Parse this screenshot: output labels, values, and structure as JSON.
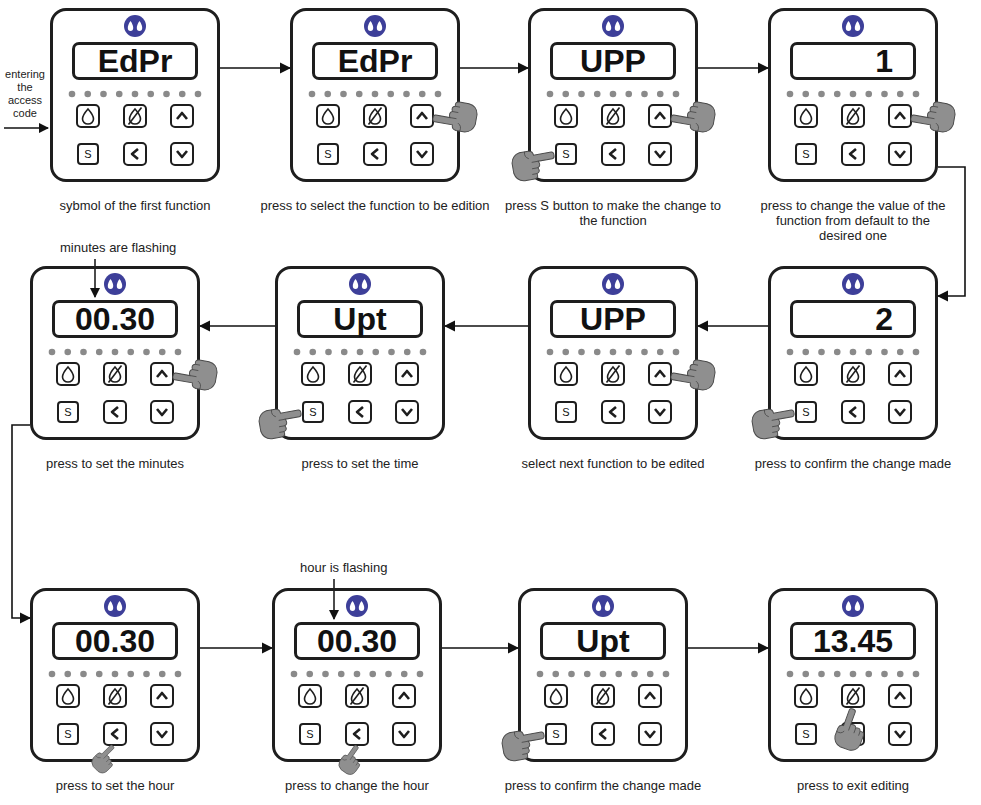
{
  "diagram": {
    "nodes": [
      {
        "text": [
          "sybmol of the first function"
        ]
      },
      {
        "text": [
          "EdPr"
        ],
        "in": 0
      },
      {
        "text": [
          "S"
        ],
        "in": 0
      },
      {
        "text": [
          "press to select the function to be edition"
        ]
      },
      {
        "text": [
          "EdPr"
        ],
        "in": 3
      },
      {
        "text": [
          "S"
        ],
        "in": 3
      },
      {
        "text": [
          "press S button to make the change to the function"
        ]
      },
      {
        "text": [
          "UPP"
        ],
        "in": 6
      },
      {
        "text": [
          "S"
        ],
        "in": 6
      },
      {
        "text": [
          "press to change the value of the function from default to the desired one"
        ]
      },
      {
        "text": [
          "1"
        ],
        "in": 9
      },
      {
        "text": [
          "S"
        ],
        "in": 9
      },
      {
        "text": [
          "press to set the minutes"
        ]
      },
      {
        "text": [
          "00.30"
        ],
        "in": 12
      },
      {
        "text": [
          "S"
        ],
        "in": 12
      },
      {
        "text": [
          "press to set the time"
        ]
      },
      {
        "text": [
          "Upt"
        ],
        "in": 15
      },
      {
        "text": [
          "S"
        ],
        "in": 15
      },
      {
        "text": [
          "select next function to be edited"
        ]
      },
      {
        "text": [
          "UPP"
        ],
        "in": 18
      },
      {
        "text": [
          "S"
        ],
        "in": 18
      },
      {
        "text": [
          "press to confirm the change made"
        ]
      },
      {
        "text": [
          "2"
        ],
        "in": 21
      },
      {
        "text": [
          "S"
        ],
        "in": 21
      },
      {
        "text": [
          "press to set the hour"
        ]
      },
      {
        "text": [
          "00.30"
        ],
        "in": 24
      },
      {
        "text": [
          "S"
        ],
        "in": 24
      },
      {
        "text": [
          "press to change the hour"
        ]
      },
      {
        "text": [
          "00.30"
        ],
        "in": 27
      },
      {
        "text": [
          "S"
        ],
        "in": 27
      },
      {
        "text": [
          "press to confirm the change made"
        ]
      },
      {
        "text": [
          "Upt"
        ],
        "in": 30
      },
      {
        "text": [
          "S"
        ],
        "in": 30
      },
      {
        "text": [
          "press to exit editing"
        ]
      },
      {
        "text": [
          "13.45"
        ],
        "in": 33
      },
      {
        "text": [
          "S"
        ],
        "in": 33
      }
    ],
    "edges": [
      {
        "from": 0,
        "to": 3,
        "arrow": "to"
      },
      {
        "from": 3,
        "to": 6,
        "arrow": "to"
      },
      {
        "from": 6,
        "to": 9,
        "arrow": "to"
      },
      {
        "from": 9,
        "to": 21,
        "arrow": "to"
      },
      {
        "from": 21,
        "to": 18,
        "arrow": "to"
      },
      {
        "from": 18,
        "to": 15,
        "arrow": "to"
      },
      {
        "from": 15,
        "to": 12,
        "arrow": "to"
      },
      {
        "from": 12,
        "to": 24,
        "arrow": "to"
      },
      {
        "from": 24,
        "to": 27,
        "arrow": "to"
      },
      {
        "from": 27,
        "to": 30,
        "arrow": "to"
      },
      {
        "from": 30,
        "to": 33,
        "arrow": "to"
      }
    ],
    "labels": [
      "entering the access code",
      "minutes are flashing",
      "hour is flashing"
    ]
  }
}
